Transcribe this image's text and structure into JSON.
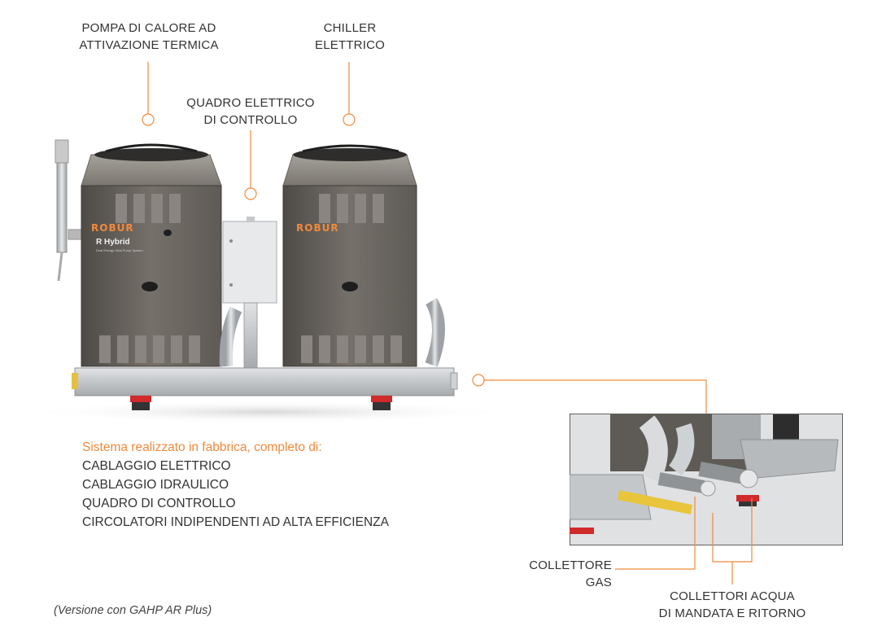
{
  "callouts": {
    "heat_pump": [
      "POMPA DI CALORE AD",
      "ATTIVAZIONE TERMICA"
    ],
    "chiller": [
      "CHILLER",
      "ELETTRICO"
    ],
    "control_panel": [
      "QUADRO ELETTRICO",
      "DI CONTROLLO"
    ],
    "gas_collector": [
      "COLLETTORE",
      "GAS"
    ],
    "water_collectors": [
      "COLLETTORI ACQUA",
      "DI MANDATA E RITORNO"
    ]
  },
  "unit": {
    "brand": "ROBUR",
    "product_badge": "R Hybrid",
    "product_tagline": "Dual Energy Heat Pump System"
  },
  "features": {
    "heading": "Sistema realizzato in fabbrica, completo di:",
    "items": [
      "CABLAGGIO ELETTRICO",
      "CABLAGGIO IDRAULICO",
      "QUADRO DI CONTROLLO",
      "CIRCOLATORI INDIPENDENTI AD ALTA EFFICIENZA"
    ]
  },
  "version_note": "(Versione con GAHP AR Plus)",
  "colors": {
    "accent": "#f08a3c",
    "cabinet": "#6f6a64",
    "cabinet_dark": "#57534e",
    "fan_housing": "#8d8882",
    "galvanized": "#c9cccf",
    "control_box": "#e6e8ea",
    "gas_pipe": "#e8c53a",
    "foot_red": "#d02a2a"
  }
}
